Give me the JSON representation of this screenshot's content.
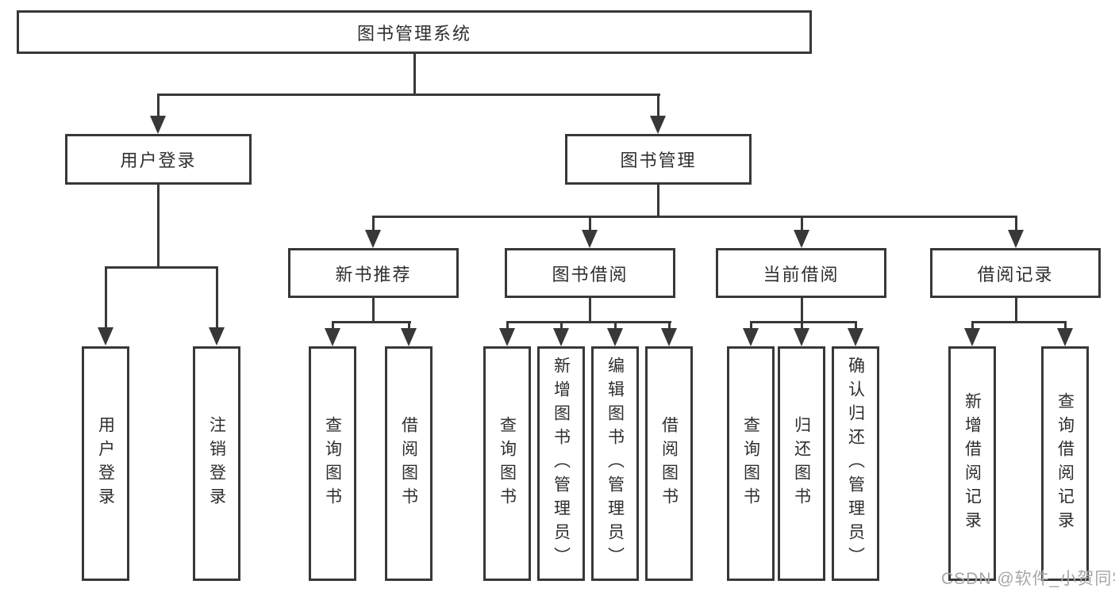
{
  "diagram": {
    "title": "图书管理系统",
    "branches": [
      {
        "label": "用户登录",
        "children": [
          {
            "label": "用户登录"
          },
          {
            "label": "注销登录"
          }
        ]
      },
      {
        "label": "图书管理",
        "children": [
          {
            "label": "新书推荐",
            "children": [
              {
                "label": "查询图书"
              },
              {
                "label": "借阅图书"
              }
            ]
          },
          {
            "label": "图书借阅",
            "children": [
              {
                "label": "查询图书"
              },
              {
                "label": "新增图书（管理员）"
              },
              {
                "label": "编辑图书（管理员）"
              },
              {
                "label": "借阅图书"
              }
            ]
          },
          {
            "label": "当前借阅",
            "children": [
              {
                "label": "查询图书"
              },
              {
                "label": "归还图书"
              },
              {
                "label": "确认归还（管理员）"
              }
            ]
          },
          {
            "label": "借阅记录",
            "children": [
              {
                "label": "新增借阅记录"
              },
              {
                "label": "查询借阅记录"
              }
            ]
          }
        ]
      }
    ]
  },
  "watermark": {
    "text": "CSDN @软件_小贺同学"
  },
  "colors": {
    "line": "#383838",
    "text": "#2e2e2e",
    "watermark": "#a6a6a6",
    "background": "#ffffff"
  }
}
